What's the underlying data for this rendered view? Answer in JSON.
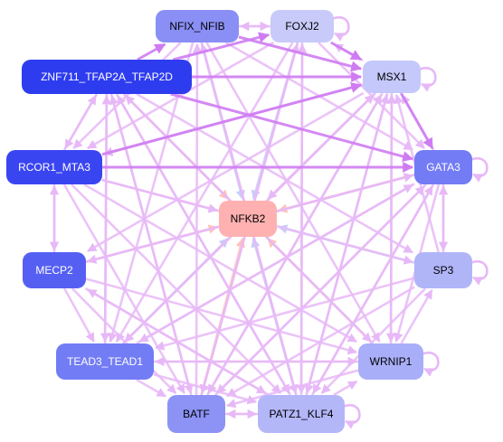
{
  "diagram": {
    "nodes": [
      {
        "id": "NFIX_NFIB",
        "label": "NFIX_NFIB",
        "color": "#8a8ff5",
        "text_color": "#000000"
      },
      {
        "id": "FOXJ2",
        "label": "FOXJ2",
        "color": "#c8cafa",
        "text_color": "#000000"
      },
      {
        "id": "ZNF711_TFAP2A_TFAP2D",
        "label": "ZNF711_TFAP2A_TFAP2D",
        "color": "#2e3cf0",
        "text_color": "#ffffff"
      },
      {
        "id": "MSX1",
        "label": "MSX1",
        "color": "#c5c8fb",
        "text_color": "#000000"
      },
      {
        "id": "RCOR1_MTA3",
        "label": "RCOR1_MTA3",
        "color": "#3a45f2",
        "text_color": "#ffffff"
      },
      {
        "id": "GATA3",
        "label": "GATA3",
        "color": "#737cf4",
        "text_color": "#ffffff"
      },
      {
        "id": "NFKB2",
        "label": "NFKB2",
        "color": "#ffb1b1",
        "text_color": "#000000"
      },
      {
        "id": "MECP2",
        "label": "MECP2",
        "color": "#5560f3",
        "text_color": "#ffffff"
      },
      {
        "id": "SP3",
        "label": "SP3",
        "color": "#b0b5f8",
        "text_color": "#000000"
      },
      {
        "id": "TEAD3_TEAD1",
        "label": "TEAD3_TEAD1",
        "color": "#727cf5",
        "text_color": "#ffffff"
      },
      {
        "id": "WRNIP1",
        "label": "WRNIP1",
        "color": "#a9aef8",
        "text_color": "#000000"
      },
      {
        "id": "BATF",
        "label": "BATF",
        "color": "#8c93f5",
        "text_color": "#000000"
      },
      {
        "id": "PATZ1_KLF4",
        "label": "PATZ1_KLF4",
        "color": "#b3b7f8",
        "text_color": "#000000"
      }
    ],
    "edge_colors": {
      "default": "#e7b8f7",
      "strong": "#cf7cf2",
      "repress": "#c7cdf6",
      "activate": "#ffc3b8"
    },
    "edges": [
      {
        "from": "NFIX_NFIB",
        "to": "NFKB2",
        "type": "repress"
      },
      {
        "from": "FOXJ2",
        "to": "NFKB2",
        "type": "repress"
      },
      {
        "from": "ZNF711_TFAP2A_TFAP2D",
        "to": "NFKB2",
        "type": "activate"
      },
      {
        "from": "MSX1",
        "to": "NFKB2",
        "type": "default"
      },
      {
        "from": "RCOR1_MTA3",
        "to": "NFKB2",
        "type": "default"
      },
      {
        "from": "GATA3",
        "to": "NFKB2",
        "type": "activate"
      },
      {
        "from": "MECP2",
        "to": "NFKB2",
        "type": "activate"
      },
      {
        "from": "SP3",
        "to": "NFKB2",
        "type": "repress"
      },
      {
        "from": "TEAD3_TEAD1",
        "to": "NFKB2",
        "type": "repress"
      },
      {
        "from": "WRNIP1",
        "to": "NFKB2",
        "type": "activate"
      },
      {
        "from": "BATF",
        "to": "NFKB2",
        "type": "activate"
      },
      {
        "from": "PATZ1_KLF4",
        "to": "NFKB2",
        "type": "repress"
      },
      {
        "from": "NFKB2",
        "to": "GATA3",
        "type": "activate"
      },
      {
        "from": "RCOR1_MTA3",
        "to": "GATA3",
        "type": "strong"
      },
      {
        "from": "RCOR1_MTA3",
        "to": "MSX1",
        "type": "strong"
      },
      {
        "from": "ZNF711_TFAP2A_TFAP2D",
        "to": "GATA3",
        "type": "strong"
      },
      {
        "from": "ZNF711_TFAP2A_TFAP2D",
        "to": "MSX1",
        "type": "strong"
      },
      {
        "from": "ZNF711_TFAP2A_TFAP2D",
        "to": "NFIX_NFIB",
        "type": "strong"
      },
      {
        "from": "ZNF711_TFAP2A_TFAP2D",
        "to": "FOXJ2",
        "type": "strong"
      },
      {
        "from": "NFIX_NFIB",
        "to": "MSX1",
        "type": "strong"
      },
      {
        "from": "FOXJ2",
        "to": "MSX1",
        "type": "strong"
      },
      {
        "from": "MSX1",
        "to": "GATA3",
        "type": "strong"
      },
      {
        "from": "NFIX_NFIB",
        "to": "FOXJ2",
        "type": "default"
      },
      {
        "from": "FOXJ2",
        "to": "NFIX_NFIB",
        "type": "default"
      },
      {
        "from": "RCOR1_MTA3",
        "to": "ZNF711_TFAP2A_TFAP2D",
        "type": "default"
      },
      {
        "from": "ZNF711_TFAP2A_TFAP2D",
        "to": "RCOR1_MTA3",
        "type": "default"
      },
      {
        "from": "RCOR1_MTA3",
        "to": "MECP2",
        "type": "default"
      },
      {
        "from": "MECP2",
        "to": "RCOR1_MTA3",
        "type": "default"
      },
      {
        "from": "MECP2",
        "to": "TEAD3_TEAD1",
        "type": "default"
      },
      {
        "from": "TEAD3_TEAD1",
        "to": "BATF",
        "type": "default"
      },
      {
        "from": "BATF",
        "to": "PATZ1_KLF4",
        "type": "default"
      },
      {
        "from": "PATZ1_KLF4",
        "to": "BATF",
        "type": "default"
      },
      {
        "from": "PATZ1_KLF4",
        "to": "WRNIP1",
        "type": "default"
      },
      {
        "from": "WRNIP1",
        "to": "SP3",
        "type": "default"
      },
      {
        "from": "SP3",
        "to": "GATA3",
        "type": "default"
      },
      {
        "from": "GATA3",
        "to": "SP3",
        "type": "default"
      },
      {
        "from": "GATA3",
        "to": "MSX1",
        "type": "default"
      },
      {
        "from": "MSX1",
        "to": "FOXJ2",
        "type": "default"
      },
      {
        "from": "NFIX_NFIB",
        "to": "GATA3",
        "type": "default"
      },
      {
        "from": "NFIX_NFIB",
        "to": "WRNIP1",
        "type": "default"
      },
      {
        "from": "NFIX_NFIB",
        "to": "PATZ1_KLF4",
        "type": "default"
      },
      {
        "from": "NFIX_NFIB",
        "to": "TEAD3_TEAD1",
        "type": "default"
      },
      {
        "from": "NFIX_NFIB",
        "to": "RCOR1_MTA3",
        "type": "default"
      },
      {
        "from": "FOXJ2",
        "to": "BATF",
        "type": "default"
      },
      {
        "from": "FOXJ2",
        "to": "PATZ1_KLF4",
        "type": "default"
      },
      {
        "from": "FOXJ2",
        "to": "TEAD3_TEAD1",
        "type": "default"
      },
      {
        "from": "FOXJ2",
        "to": "RCOR1_MTA3",
        "type": "default"
      },
      {
        "from": "FOXJ2",
        "to": "GATA3",
        "type": "default"
      },
      {
        "from": "ZNF711_TFAP2A_TFAP2D",
        "to": "WRNIP1",
        "type": "default"
      },
      {
        "from": "ZNF711_TFAP2A_TFAP2D",
        "to": "PATZ1_KLF4",
        "type": "default"
      },
      {
        "from": "ZNF711_TFAP2A_TFAP2D",
        "to": "BATF",
        "type": "default"
      },
      {
        "from": "ZNF711_TFAP2A_TFAP2D",
        "to": "SP3",
        "type": "default"
      },
      {
        "from": "ZNF711_TFAP2A_TFAP2D",
        "to": "TEAD3_TEAD1",
        "type": "default"
      },
      {
        "from": "MSX1",
        "to": "TEAD3_TEAD1",
        "type": "default"
      },
      {
        "from": "MSX1",
        "to": "BATF",
        "type": "default"
      },
      {
        "from": "MSX1",
        "to": "PATZ1_KLF4",
        "type": "default"
      },
      {
        "from": "MSX1",
        "to": "WRNIP1",
        "type": "default"
      },
      {
        "from": "MSX1",
        "to": "MECP2",
        "type": "default"
      },
      {
        "from": "MSX1",
        "to": "RCOR1_MTA3",
        "type": "default"
      },
      {
        "from": "RCOR1_MTA3",
        "to": "WRNIP1",
        "type": "default"
      },
      {
        "from": "RCOR1_MTA3",
        "to": "PATZ1_KLF4",
        "type": "default"
      },
      {
        "from": "RCOR1_MTA3",
        "to": "BATF",
        "type": "default"
      },
      {
        "from": "RCOR1_MTA3",
        "to": "SP3",
        "type": "default"
      },
      {
        "from": "GATA3",
        "to": "MECP2",
        "type": "default"
      },
      {
        "from": "GATA3",
        "to": "TEAD3_TEAD1",
        "type": "default"
      },
      {
        "from": "GATA3",
        "to": "BATF",
        "type": "default"
      },
      {
        "from": "GATA3",
        "to": "PATZ1_KLF4",
        "type": "default"
      },
      {
        "from": "GATA3",
        "to": "WRNIP1",
        "type": "default"
      },
      {
        "from": "MECP2",
        "to": "WRNIP1",
        "type": "default"
      },
      {
        "from": "MECP2",
        "to": "GATA3",
        "type": "default"
      },
      {
        "from": "MECP2",
        "to": "PATZ1_KLF4",
        "type": "default"
      },
      {
        "from": "MECP2",
        "to": "BATF",
        "type": "default"
      },
      {
        "from": "SP3",
        "to": "TEAD3_TEAD1",
        "type": "default"
      },
      {
        "from": "SP3",
        "to": "PATZ1_KLF4",
        "type": "default"
      },
      {
        "from": "SP3",
        "to": "MSX1",
        "type": "default"
      },
      {
        "from": "SP3",
        "to": "BATF",
        "type": "default"
      },
      {
        "from": "TEAD3_TEAD1",
        "to": "WRNIP1",
        "type": "default"
      },
      {
        "from": "TEAD3_TEAD1",
        "to": "PATZ1_KLF4",
        "type": "default"
      },
      {
        "from": "TEAD3_TEAD1",
        "to": "MSX1",
        "type": "default"
      },
      {
        "from": "TEAD3_TEAD1",
        "to": "GATA3",
        "type": "default"
      },
      {
        "from": "TEAD3_TEAD1",
        "to": "ZNF711_TFAP2A_TFAP2D",
        "type": "default"
      },
      {
        "from": "WRNIP1",
        "to": "TEAD3_TEAD1",
        "type": "default"
      },
      {
        "from": "WRNIP1",
        "to": "ZNF711_TFAP2A_TFAP2D",
        "type": "default"
      },
      {
        "from": "WRNIP1",
        "to": "BATF",
        "type": "default"
      },
      {
        "from": "WRNIP1",
        "to": "MSX1",
        "type": "default"
      },
      {
        "from": "BATF",
        "to": "MSX1",
        "type": "default"
      },
      {
        "from": "BATF",
        "to": "GATA3",
        "type": "default"
      },
      {
        "from": "BATF",
        "to": "ZNF711_TFAP2A_TFAP2D",
        "type": "default"
      },
      {
        "from": "BATF",
        "to": "FOXJ2",
        "type": "default"
      },
      {
        "from": "BATF",
        "to": "NFIX_NFIB",
        "type": "default"
      },
      {
        "from": "PATZ1_KLF4",
        "to": "FOXJ2",
        "type": "default"
      },
      {
        "from": "PATZ1_KLF4",
        "to": "NFIX_NFIB",
        "type": "default"
      },
      {
        "from": "PATZ1_KLF4",
        "to": "ZNF711_TFAP2A_TFAP2D",
        "type": "default"
      },
      {
        "from": "PATZ1_KLF4",
        "to": "MECP2",
        "type": "default"
      },
      {
        "from": "PATZ1_KLF4",
        "to": "MSX1",
        "type": "default"
      },
      {
        "from": "PATZ1_KLF4",
        "to": "GATA3",
        "type": "default"
      }
    ],
    "self_loops": [
      "FOXJ2",
      "MSX1",
      "GATA3",
      "SP3",
      "WRNIP1",
      "PATZ1_KLF4"
    ]
  }
}
